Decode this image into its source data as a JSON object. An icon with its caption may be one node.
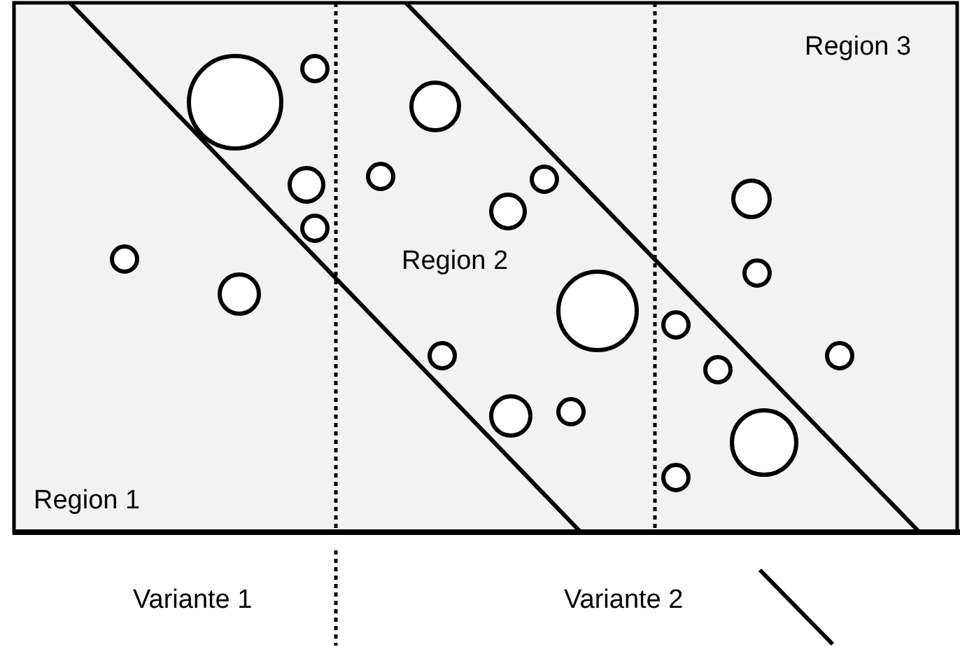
{
  "diagram": {
    "labels": [
      "Region 3",
      "Region 2",
      "Region 1"
    ],
    "legend": [
      {
        "text": "Variante 1"
      },
      {
        "text": "Variante 2"
      }
    ]
  }
}
